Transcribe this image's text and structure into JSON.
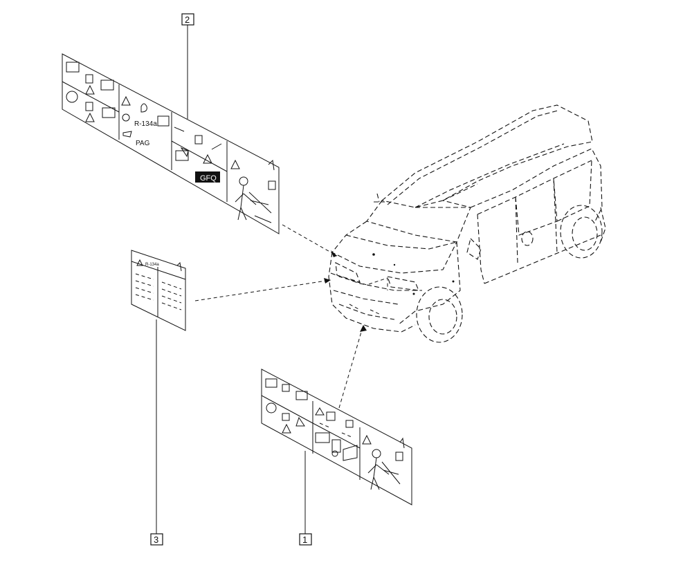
{
  "callouts": [
    {
      "number": "1",
      "part": "label-1"
    },
    {
      "number": "2",
      "part": "label-2"
    },
    {
      "number": "3",
      "part": "label-3"
    }
  ],
  "label2_text": {
    "refrigerant": "R-134a",
    "oil": "PAG",
    "code": "GFQ"
  },
  "label3_text": {
    "refrigerant": "R-134a"
  }
}
